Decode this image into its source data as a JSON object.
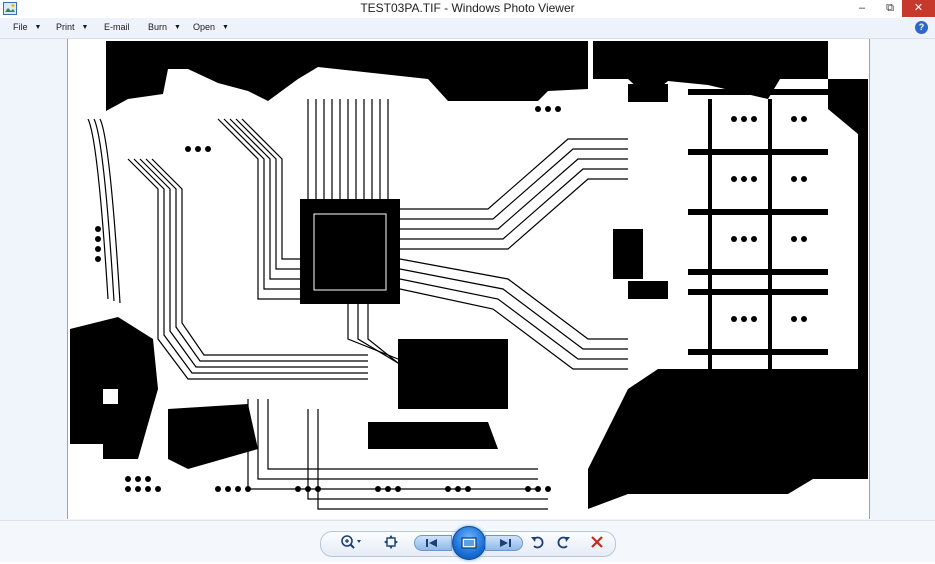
{
  "window": {
    "title": "TEST03PA.TIF - Windows Photo Viewer",
    "controls": {
      "minimize": "–",
      "restore": "⧉",
      "close": "✕"
    }
  },
  "menu": {
    "items": [
      {
        "label": "File",
        "has_dropdown": true
      },
      {
        "label": "Print",
        "has_dropdown": true
      },
      {
        "label": "E-mail",
        "has_dropdown": false
      },
      {
        "label": "Burn",
        "has_dropdown": true
      },
      {
        "label": "Open",
        "has_dropdown": true
      }
    ],
    "dropdown_arrow": "▼",
    "help": "?"
  },
  "image": {
    "subject": "PCB copper layer artwork"
  },
  "toolbar": {
    "buttons": [
      "zoom-icon",
      "actual-size-icon",
      "previous-icon",
      "slideshow-icon",
      "next-icon",
      "rotate-counterclockwise-icon",
      "rotate-clockwise-icon",
      "delete-icon"
    ],
    "accent_color": "#1a6fd6",
    "delete_color": "#c8281e"
  }
}
